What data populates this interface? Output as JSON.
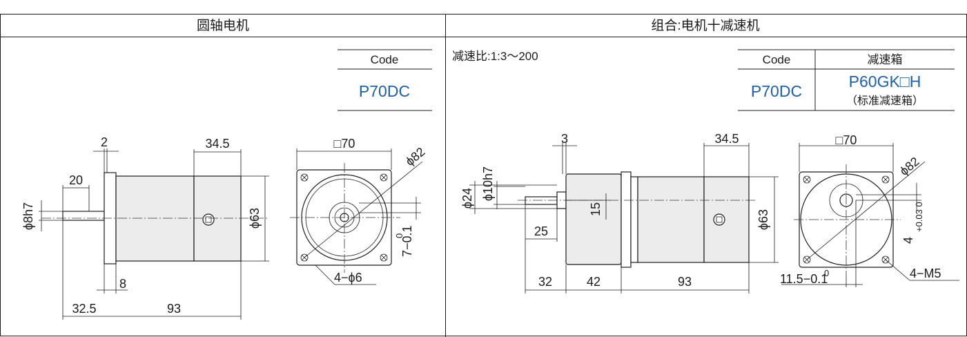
{
  "left_panel": {
    "title": "圆轴电机",
    "code_header": "Code",
    "code_value": "P70DC",
    "dims": {
      "flange": "2",
      "shaft_len": "20",
      "rear": "34.5",
      "shaft_dia": "ϕ8h7",
      "body_dia": "ϕ63",
      "flange_th": "8",
      "front_total": "32.5",
      "body_len": "93",
      "square": "□70",
      "pcd": "ϕ82",
      "holes": "4−ϕ6",
      "key": "7−0.1",
      "key_tol": "0"
    }
  },
  "right_panel": {
    "title": "组合:电机十减速机",
    "ratio": "减速比:1:3～200",
    "code_header": "Code",
    "gear_header": "减速箱",
    "code_value": "P70DC",
    "gear_value": "P60GK□H",
    "gear_note": "（标准减速箱）",
    "dims": {
      "flange": "3",
      "rear": "34.5",
      "shaft_dia10": "ϕ10h7",
      "boss_dia": "ϕ24",
      "key_h": "15",
      "shaft_len": "25",
      "front": "32",
      "gear_len": "42",
      "body_len": "93",
      "body_dia": "ϕ63",
      "square": "□70",
      "pcd": "ϕ82",
      "key_dim": "4",
      "key_tol": "+0.03 0",
      "offset": "11.5−0.1",
      "offset_tol": "0",
      "holes": "4−M5"
    }
  }
}
